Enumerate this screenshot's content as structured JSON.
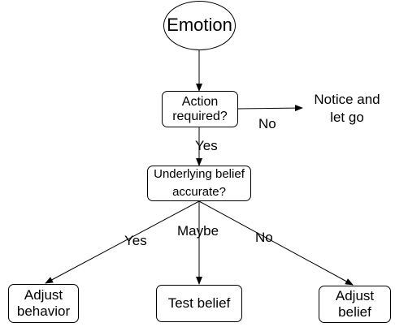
{
  "nodes": {
    "emotion": {
      "label": "Emotion"
    },
    "action_required": {
      "line1": "Action",
      "line2": "required?"
    },
    "underlying_belief": {
      "line1": "Underlying belief",
      "line2": "accurate?"
    },
    "notice_let_go": {
      "line1": "Notice and",
      "line2": "let go"
    },
    "adjust_behavior": {
      "line1": "Adjust",
      "line2": "behavior"
    },
    "test_belief": {
      "label": "Test belief"
    },
    "adjust_belief": {
      "line1": "Adjust",
      "line2": "belief"
    }
  },
  "edge_labels": {
    "action_no": "No",
    "action_yes": "Yes",
    "belief_yes": "Yes",
    "belief_maybe": "Maybe",
    "belief_no": "No"
  }
}
